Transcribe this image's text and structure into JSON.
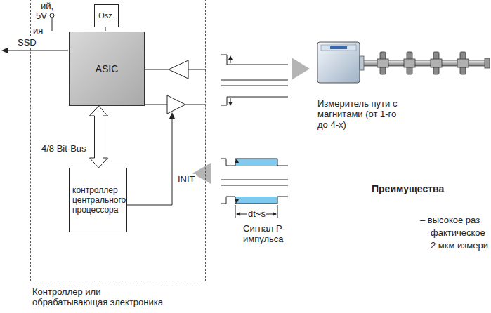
{
  "diagram": {
    "nodes": [
      {
        "text": [
          "Контроллер или обрабатывающая электроника"
        ]
      },
      {
        "text": [
          "Osz."
        ],
        "in": 0
      },
      {
        "text": [
          "ASIC"
        ],
        "in": 0
      },
      {
        "text": [
          "контроллер центрального процессора"
        ],
        "in": 0
      },
      {
        "text": [
          "Измеритель пути с магнитами (от 1-го до 4-х)"
        ]
      }
    ],
    "edges": [
      {
        "from": 2,
        "to": 3,
        "arrow": "both",
        "label": "4/8 Bit-Bus"
      }
    ],
    "labels": [
      "ий,",
      "ия",
      "5V",
      "SSD",
      "INIT",
      "dt~s",
      "Сигнал P-импульса",
      "Преимущества",
      "– высокое раз",
      "фактическое",
      "2 мкм измери"
    ]
  }
}
